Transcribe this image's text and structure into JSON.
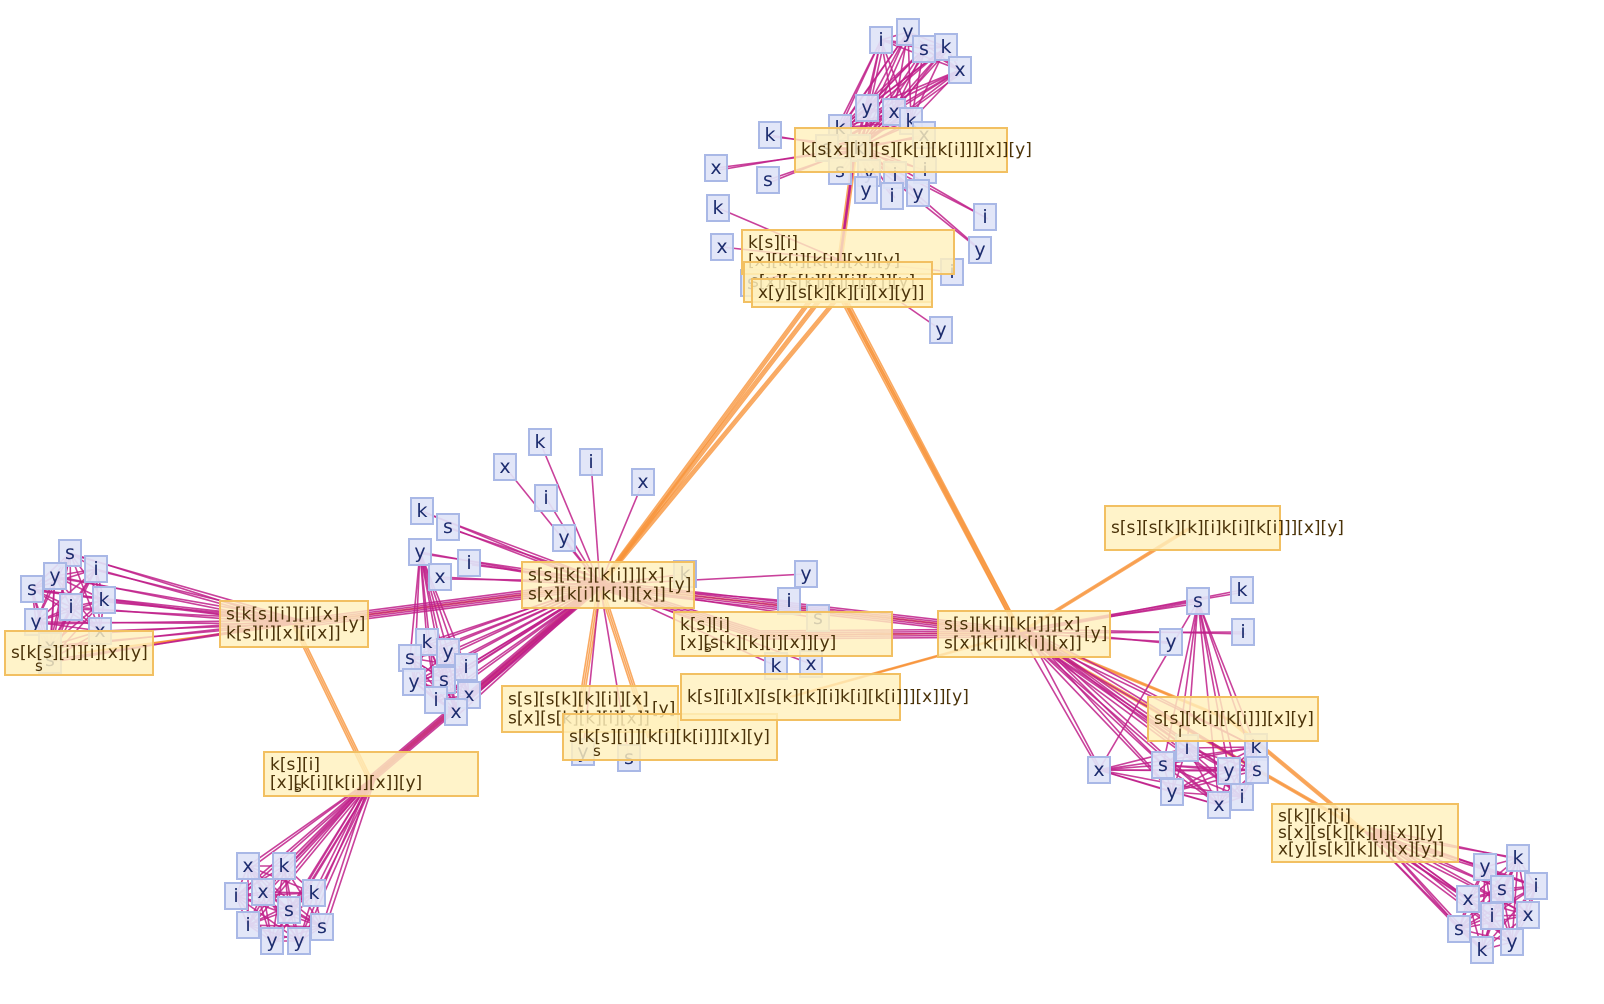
{
  "diagram": {
    "type": "combinator-evaluation-graph",
    "colors": {
      "rule_edge": "#c0208a",
      "eval_edge": "#f7933a",
      "leaf_fill": "#dfe4f7",
      "leaf_stroke": "#a9b8e6",
      "leaf_text": "#1c2c6e",
      "expr_fill": "#fff0bd",
      "expr_stroke": "#f2c062",
      "expr_text": "#4a3208"
    },
    "expressions": [
      {
        "id": "top1",
        "lines": [
          "k[s[x][i]][s][k[i][k[i]]][x]][y]"
        ],
        "display": "k[s[x][i]][s][k[i][k[i]]][x]][y]"
      },
      {
        "id": "top2",
        "lines": [
          "k[s][i]",
          "[x][k[i][k[i]][x]][y]"
        ],
        "display": "k[s][i] s [x][k[i][k[i]][x]][y]"
      },
      {
        "id": "top3",
        "lines": [
          "s[x][s[k][k][i][x]][y]"
        ],
        "display": "s[x][s[k][k][i][x]][y]"
      },
      {
        "id": "top4",
        "lines": [
          "x[y][s[k][k][i][x][y]]"
        ],
        "display": "x[y][s[k][k][i][x][y]]"
      },
      {
        "id": "center1",
        "lines": [
          "s[s][k[i][k[i]]][x]",
          "s[x][k[i][k[i]][x]]"
        ],
        "suffix": "[y]"
      },
      {
        "id": "center2",
        "lines": [
          "k[s][i]",
          "[x][s[k][k][i][x]][y]"
        ],
        "sub": "s"
      },
      {
        "id": "center3",
        "lines": [
          "s[s][s[k][k][i]][x]",
          "s[x][s[k][k][i][x]]"
        ],
        "suffix": "[y]"
      },
      {
        "id": "center4",
        "lines": [
          "s[k[s][i]][k[i][k[i]]][x][y]"
        ],
        "sub": "s"
      },
      {
        "id": "center5",
        "lines": [
          "k[s][i][x][s[k][k][i]k[i][k[i]]][x]][y]"
        ]
      },
      {
        "id": "left1",
        "lines": [
          "s[k[s][i]][i][x]",
          "k[s][i][x][i[x]]"
        ],
        "suffix": "[y]"
      },
      {
        "id": "left2",
        "lines": [
          "s[k[s][i]][i][x][y]"
        ],
        "sub": "s"
      },
      {
        "id": "bottom1",
        "lines": [
          "k[s][i]",
          "[x][k[i][k[i]][x]][y]"
        ],
        "sub": "s"
      },
      {
        "id": "right1",
        "lines": [
          "s[s][k[i][k[i]]][x]",
          "s[x][k[i][k[i]][x]]"
        ],
        "suffix": "[y]"
      },
      {
        "id": "right2",
        "lines": [
          "s[s][s[k][k][i]k[i][k[i]]][x][y]"
        ]
      },
      {
        "id": "right3",
        "lines": [
          "s[s][k[i][k[i]]][x][y]"
        ],
        "sub": "i"
      },
      {
        "id": "right4",
        "lines": [
          "s[k][k][i]",
          "s[x][s[k][k][i][x]][y]",
          "x[y][s[k][k][i][x][y]]"
        ]
      }
    ],
    "leaf_symbols": [
      "i",
      "k",
      "s",
      "x",
      "y"
    ],
    "clusters": [
      {
        "id": "top-cluster",
        "leaves": [
          "i",
          "y",
          "s",
          "k",
          "x",
          "y",
          "x",
          "k",
          "k",
          "s",
          "k",
          "x",
          "s",
          "y",
          "i",
          "i",
          "y",
          "y",
          "i",
          "k",
          "x",
          "s",
          "i",
          "y"
        ]
      },
      {
        "id": "left-cluster",
        "leaves": [
          "s",
          "y",
          "i",
          "s",
          "k",
          "i",
          "y",
          "x",
          "x",
          "s"
        ]
      },
      {
        "id": "center-left-cluster",
        "leaves": [
          "k",
          "s",
          "y",
          "i",
          "y",
          "s",
          "x",
          "i",
          "x",
          "y",
          "s",
          "x",
          "i",
          "k"
        ]
      },
      {
        "id": "bottom-left-cluster",
        "leaves": [
          "x",
          "k",
          "i",
          "x",
          "k",
          "s",
          "i",
          "y",
          "y",
          "s"
        ]
      },
      {
        "id": "right-cluster",
        "leaves": [
          "x",
          "s",
          "i",
          "k",
          "y",
          "s",
          "y",
          "i",
          "x",
          "s",
          "k",
          "i",
          "y"
        ]
      },
      {
        "id": "bottom-right-cluster",
        "leaves": [
          "y",
          "k",
          "s",
          "x",
          "x",
          "i",
          "s",
          "k",
          "y",
          "i"
        ]
      }
    ]
  }
}
